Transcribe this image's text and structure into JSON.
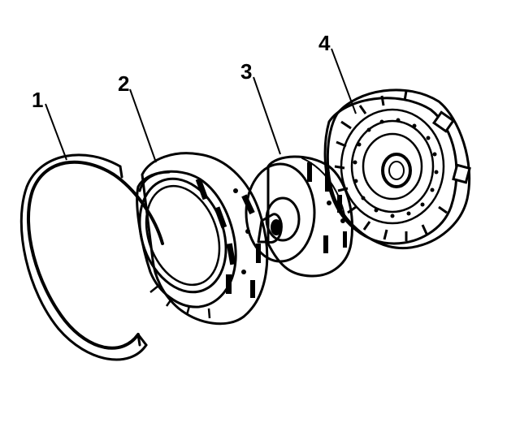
{
  "diagram": {
    "callouts": [
      {
        "label": "1"
      },
      {
        "label": "2"
      },
      {
        "label": "3"
      },
      {
        "label": "4"
      }
    ]
  },
  "colors": {
    "line": "#000000",
    "background": "#ffffff",
    "part_fill": "#ffffff",
    "hatch": "#000000"
  }
}
